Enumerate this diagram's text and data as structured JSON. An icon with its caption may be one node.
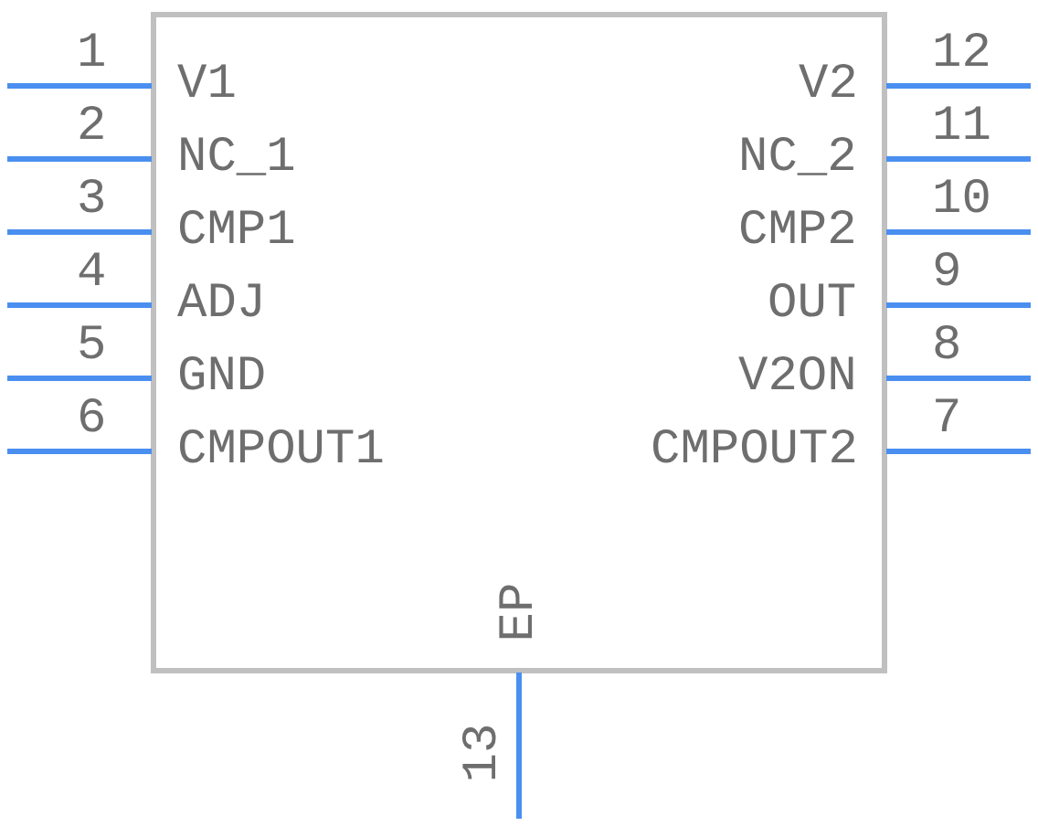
{
  "diagram": {
    "labels": [
      "1",
      "V1",
      "V2",
      "12",
      "2",
      "NC_1",
      "NC_2",
      "11",
      "3",
      "CMP1",
      "CMP2",
      "10",
      "4",
      "ADJ",
      "OUT",
      "9",
      "5",
      "GND",
      "V2ON",
      "8",
      "6",
      "CMPOUT1",
      "CMPOUT2",
      "7",
      "EP",
      "13"
    ]
  }
}
